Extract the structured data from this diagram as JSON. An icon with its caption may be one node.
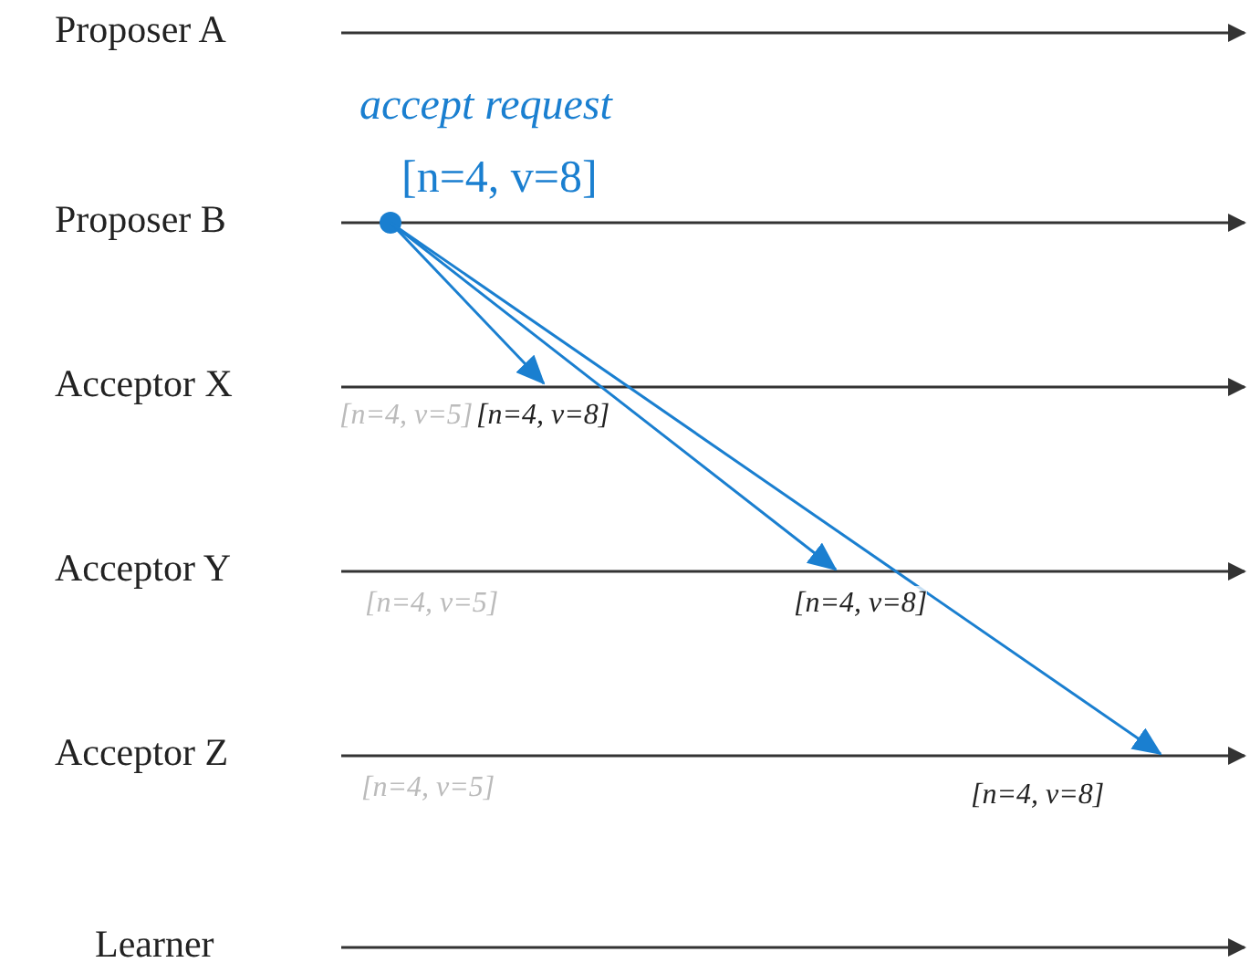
{
  "diagram": {
    "nodes": [
      {
        "text": [
          "Proposer A"
        ]
      },
      {
        "text": [
          "Proposer B"
        ]
      },
      {
        "text": [
          "Acceptor X"
        ]
      },
      {
        "text": [
          "Acceptor Y"
        ]
      },
      {
        "text": [
          "Acceptor Z"
        ]
      },
      {
        "text": [
          "Learner"
        ]
      },
      {
        "text": [],
        "shape": "circle",
        "beside": [
          "accept request",
          "[n=4, v=8]"
        ]
      },
      {
        "text": [
          "[n=4, v=8]"
        ]
      },
      {
        "text": [
          "[n=4, v=8]"
        ]
      },
      {
        "text": [
          "[n=4, v=8]"
        ]
      }
    ],
    "edges": [
      {
        "from": 6,
        "to": 7,
        "arrow": "to"
      },
      {
        "from": 6,
        "to": 8,
        "arrow": "to"
      },
      {
        "from": 6,
        "to": 9,
        "arrow": "to"
      }
    ],
    "labels": [
      "[n=4, v=5]",
      "[n=4, v=5]",
      "[n=4, v=5]"
    ]
  }
}
